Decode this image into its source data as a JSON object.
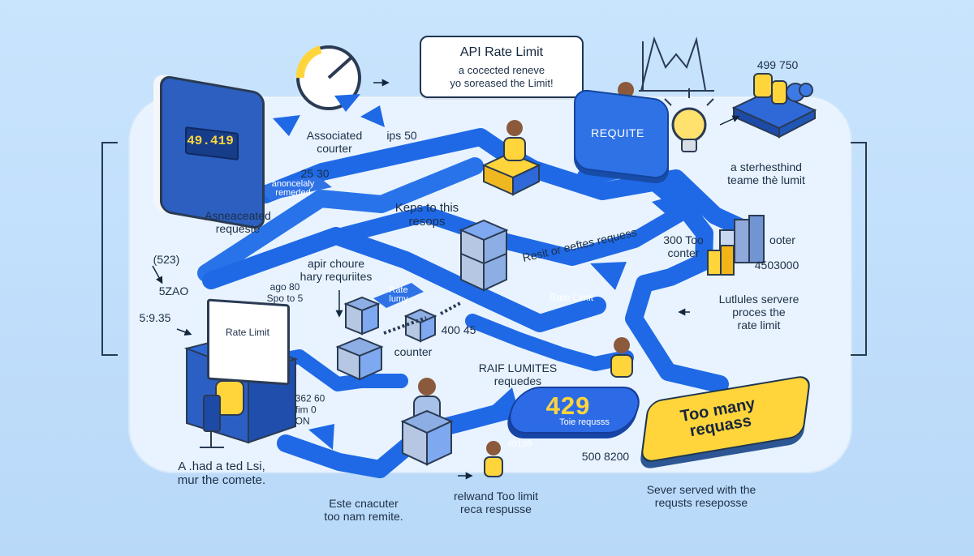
{
  "callout": {
    "title": "API Rate Limit",
    "line1": "a cocected reneve",
    "line2": "yo soreased the Limit!"
  },
  "labels": {
    "associated_counter": "Associated\ncourter",
    "ips": "ips 50",
    "monitor_counter_value": "49.419",
    "monitor_number": "25 30",
    "associated_requests": "Asneaceated\nrequeste",
    "side_value_1": "(523)",
    "side_value_2": "5ZAO",
    "side_value_3": "5:9.35",
    "rate_screen": "Rate Limit",
    "keeps": "Keps to this\nresops",
    "apir_choure": "apir choure\nhary requriites",
    "small_numbers_a": "ago  80\nSpo  to  5",
    "reset_or": "Resit or eeftes requess",
    "rate_limit_belt": "Rate Limit",
    "value_400_45": "400 45",
    "counter": "counter",
    "raif_lumites": "RAIF LUMITES\nrequedes",
    "code_429": "429",
    "code_label": "Toie requsss",
    "code_small": "40109",
    "value_500_8200": "500 8200",
    "too_many": "Too many\nrequass",
    "bottom_left_1": "A .had a ted Lsi,\nmur the comete.",
    "bottom_center_1": "Este cnacuter\ntoo nam remite.",
    "bottom_center_2": "relwand Too limit\nreca respusse",
    "bottom_right": "Sever served with the\nrequsts  reseposse",
    "steresh_text": "a sterhesthind\nteame thè lumit",
    "counter_top": "300 Too\nconter",
    "oter": "ooter",
    "value_4503000": "4503000",
    "lutlutles": "Lutlules servere\nproces the\nrate limit",
    "require": "REQUITE",
    "chart_values": "499   750",
    "monitor_side": "362 60\nfim   0\nON",
    "blue_banner": "Rate\nlumy",
    "belt_top_left": "anoncelaly\nremeded"
  },
  "colors": {
    "canvas": "#bcdcfb",
    "panel": "#e8f3ff",
    "belt_blue": "#1f69e6",
    "dark_outline": "#1f3552",
    "accent_yellow": "#ffd53b"
  },
  "icons": {
    "timer": "timer-icon",
    "lightbulb": "lightbulb-icon",
    "database": "database-icon",
    "user": "user-icon",
    "chart": "chart-icon",
    "desk": "desk-icon"
  }
}
